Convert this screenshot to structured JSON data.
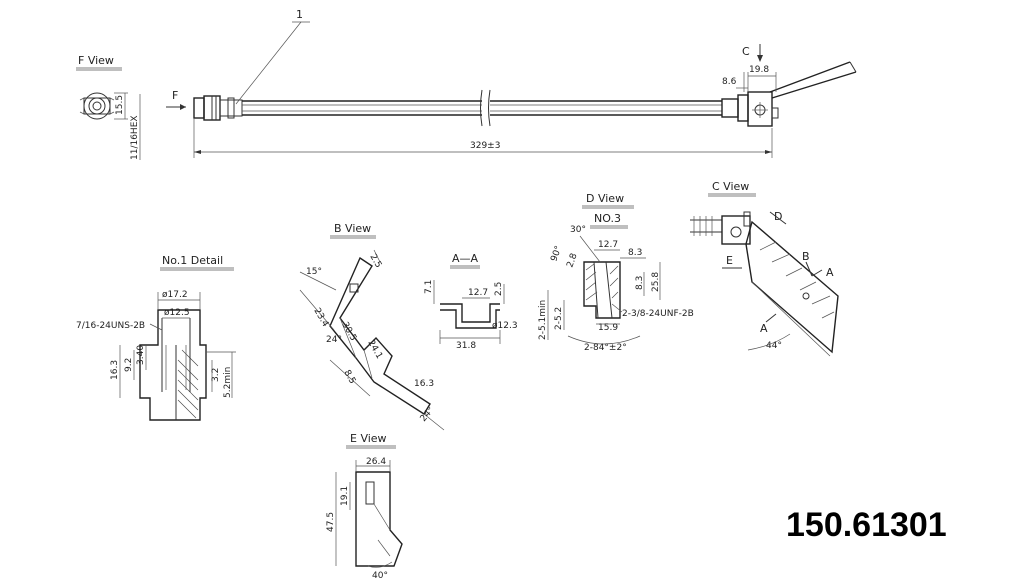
{
  "part_number": "150.61301",
  "callout": "1",
  "views": {
    "f_view": {
      "title": "F View",
      "dim_height": "15.5",
      "dim_hex": "11/16HEX",
      "arrow_label": "F"
    },
    "main": {
      "overall_length": "329±3",
      "c_label": "C",
      "dim_a": "8.6",
      "dim_b": "19.8"
    },
    "no1_detail": {
      "title": "No.1 Detail",
      "d_outer": "ø17.2",
      "thread": "7/16-24UNS-2B",
      "d_inner": "ø12.5",
      "h_total": "16.3",
      "h_a": "9.2",
      "h_b": "3.40",
      "h_c": "3.2",
      "min_len": "5.2min"
    },
    "b_view": {
      "title": "B View",
      "d1": "15°",
      "d2": "2.5",
      "d3": "23.4",
      "d4": "24°",
      "d5": "30.5",
      "d6": "24.1",
      "d7": "8.5",
      "d8": "16.3",
      "d9": "24°"
    },
    "a_a": {
      "title": "A—A",
      "w_top": "12.7",
      "h_left": "7.1",
      "h_right": "2.5",
      "dia": "ø12.3",
      "w_bottom": "31.8"
    },
    "d_view": {
      "title": "D View",
      "subtitle": "NO.3",
      "angle_top": "30°",
      "angle_left": "90°",
      "d_a": "2.8",
      "d_b": "12.7",
      "d_c": "8.3",
      "d_d": "25.8",
      "d_e": "8.3",
      "d_f": "15.9",
      "thread": "2-3/8-24UNF-2B",
      "min_len": "2-5.1min",
      "d_g": "2-5.2",
      "angle_bottom": "2-84°±2°"
    },
    "c_view": {
      "title": "C View",
      "label_d": "D",
      "label_e": "E",
      "label_b": "B",
      "label_a_right": "A",
      "label_a_left": "A",
      "angle": "44°"
    },
    "e_view": {
      "title": "E View",
      "width": "26.4",
      "h_total": "47.5",
      "h_slot": "19.1",
      "angle": "40°"
    }
  }
}
